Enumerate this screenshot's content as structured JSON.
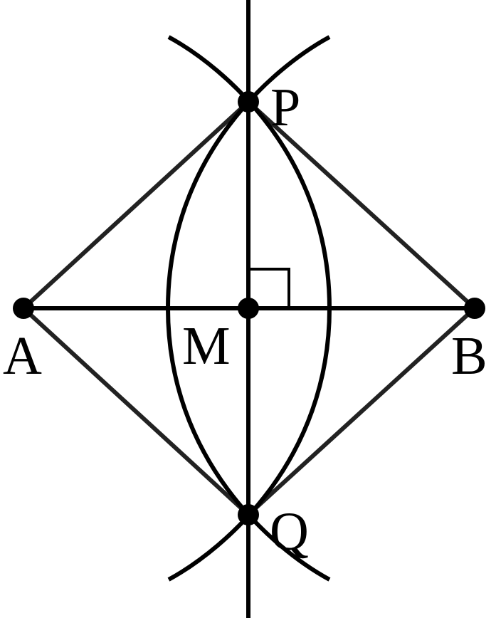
{
  "diagram": {
    "points": {
      "A": "A",
      "B": "B",
      "P": "P",
      "Q": "Q",
      "M": "M"
    },
    "colors": {
      "ink": "#000000",
      "segment": "#222222",
      "background": "#ffffff"
    },
    "right_angle_at": "M"
  }
}
